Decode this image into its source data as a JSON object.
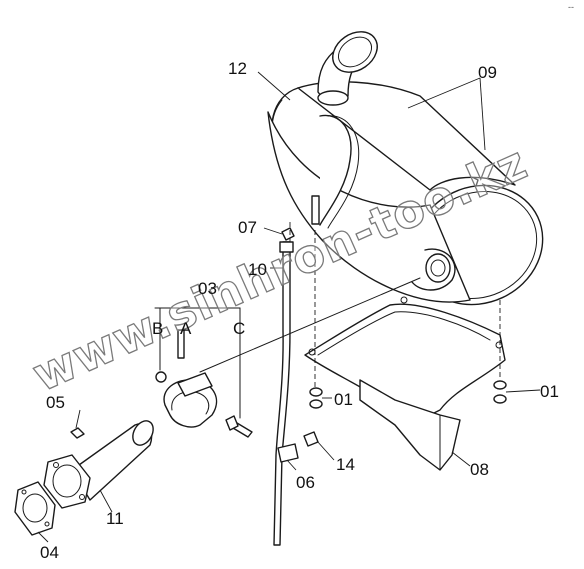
{
  "corner_mark": "--",
  "watermark": "www.sinhron-too.kz",
  "callouts": {
    "p12": "12",
    "p09": "09",
    "p07": "07",
    "p10": "10",
    "p03": "03",
    "pA": "A",
    "pB": "B",
    "pC": "C",
    "p05": "05",
    "p01a": "01",
    "p01b": "01",
    "p14": "14",
    "p06": "06",
    "p08": "08",
    "p11": "11",
    "p04": "04"
  }
}
